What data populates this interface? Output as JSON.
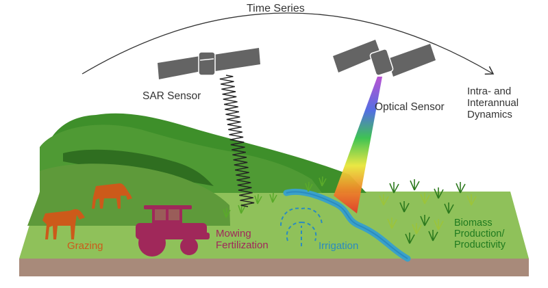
{
  "title": "Time Series",
  "sensors": {
    "sar": "SAR Sensor",
    "optical": "Optical Sensor"
  },
  "dynamics": "Intra- and\nInterannual\nDynamics",
  "practices": {
    "grazing": "Grazing",
    "mowing": "Mowing\nFertilization",
    "irrigation": "Irrigation",
    "biomass": "Biomass\nProduction/\nProductivity"
  },
  "colors": {
    "grazing": "#cc5a1a",
    "mowing": "#a0285a",
    "irrigation": "#2a8bc0",
    "biomass": "#1f7a1f",
    "ground": "#8fc15a",
    "soil": "#a88a7a",
    "satellite": "#646464"
  }
}
